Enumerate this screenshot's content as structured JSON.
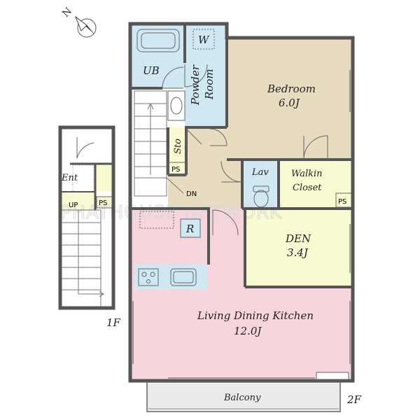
{
  "compass": {
    "label": "N"
  },
  "rooms": {
    "ub": "UB",
    "washer": "W",
    "powder_room_1": "Powder",
    "powder_room_2": "Room",
    "bedroom": "Bedroom",
    "bedroom_size": "6.0J",
    "storage": "Sto",
    "lav": "Lav",
    "walkin_1": "Walkin",
    "walkin_2": "Closet",
    "den": "DEN",
    "den_size": "3.4J",
    "ldk": "Living Dining Kitchen",
    "ldk_size": "12.0J",
    "balcony": "Balcony",
    "refrigerator": "R",
    "entrance": "Ent",
    "pipe_space": "PS",
    "stairs_up": "UP",
    "stairs_down": "DN"
  },
  "floors": {
    "first": "1F",
    "second": "2F"
  },
  "watermark": "PHATHOUSE NETWORK",
  "colors": {
    "blue": "#cfe8f2",
    "tan": "#e8dcc0",
    "pink": "#f6d6dc",
    "yellow": "#fafad2",
    "grey": "#ebebeb",
    "wall": "#555555"
  }
}
